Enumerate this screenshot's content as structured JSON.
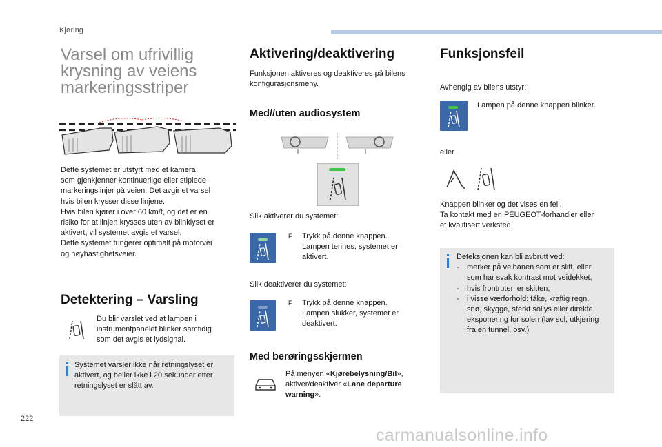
{
  "header": {
    "section": "Kjøring"
  },
  "page_number": "222",
  "watermark": "carmanualsonline.info",
  "col1": {
    "title": "Varsel om ufrivillig krysning av veiens markeringsstriper",
    "intro": [
      "Dette systemet er utstyrt med et kamera",
      "som gjenkjenner kontinuerlige eller stiplede",
      "markeringslinjer på veien. Det avgir et varsel",
      "hvis bilen krysser disse linjene.",
      "Hvis bilen kjører i over 60 km/t, og det er en",
      "risiko for at linjen krysses uten av blinklyset er",
      "aktivert, vil systemet avgis et varsel.",
      "Dette systemet fungerer optimalt på motorvei",
      "og høyhastighetsveier."
    ],
    "detection_title": "Detektering – Varsling",
    "detection_text": [
      "Du blir varslet ved at lampen i",
      "instrumentpanelet blinker samtidig",
      "som det avgis et lydsignal."
    ],
    "note": [
      "Systemet varsler ikke når retningslyset er",
      "aktivert, og heller ikke i 20 sekunder etter",
      "retningslyset er slått av."
    ]
  },
  "col2": {
    "title": "Aktivering/deaktivering",
    "intro": [
      "Funksjonen aktiveres og deaktiveres på bilens",
      "konfigurasjonsmeny."
    ],
    "audio_title": "Med//uten audiosystem",
    "activate_label": "Slik aktiverer du systemet:",
    "activate_steps": [
      "Trykk på denne knappen.",
      "Lampen tennes, systemet er",
      "aktivert."
    ],
    "deactivate_label": "Slik deaktiverer du systemet:",
    "deactivate_steps": [
      "Trykk på denne knappen.",
      "Lampen slukker, systemet er",
      "deaktivert."
    ],
    "step_marker": "F",
    "touch_title": "Med berøringsskjermen",
    "touch_text": {
      "l1_a": "På menyen «",
      "l1_b": "Kjørebelysning",
      "l1_c": "/",
      "l1_d": "Bil",
      "l1_e": "»,",
      "l2_a": "aktiver/deaktiver «",
      "l2_b": "Lane departure",
      "l3_a": "warning",
      "l3_b": "»."
    }
  },
  "col3": {
    "title": "Funksjonsfeil",
    "depends": "Avhengig av bilens utstyr:",
    "blink_text": "Lampen på denne knappen blinker.",
    "or_text": "eller",
    "fault_text": [
      "Knappen blinker og det vises en feil.",
      "Ta kontakt med en PEUGEOT-forhandler eller",
      "et kvalifisert verksted."
    ],
    "note_intro": "Deteksjonen kan bli avbrutt ved:",
    "note_items": [
      [
        "merker på veibanen som er slitt, eller",
        "som har svak kontrast mot veidekket,"
      ],
      [
        "hvis frontruten er skitten,"
      ],
      [
        "i visse værforhold: tåke, kraftig regn,",
        "snø, skygge, sterkt sollys eller direkte",
        "eksponering for solen (lav sol, utkjøring",
        "fra en tunnel, osv.)"
      ]
    ]
  },
  "colors": {
    "title_gray": "#8a8a8a",
    "button_blue": "#3a68a8",
    "note_gray": "#e7e7e7",
    "note_blue": "#2f7fd6",
    "led_green": "#45c44a",
    "top_bar": "#b8cbe6"
  },
  "icons": [
    "lane-departure-illustration",
    "steering-wheel-icon",
    "lane-departure-button-icon",
    "lane-departure-warning-icon",
    "car-settings-icon",
    "lane-warning-triangle-icon"
  ]
}
